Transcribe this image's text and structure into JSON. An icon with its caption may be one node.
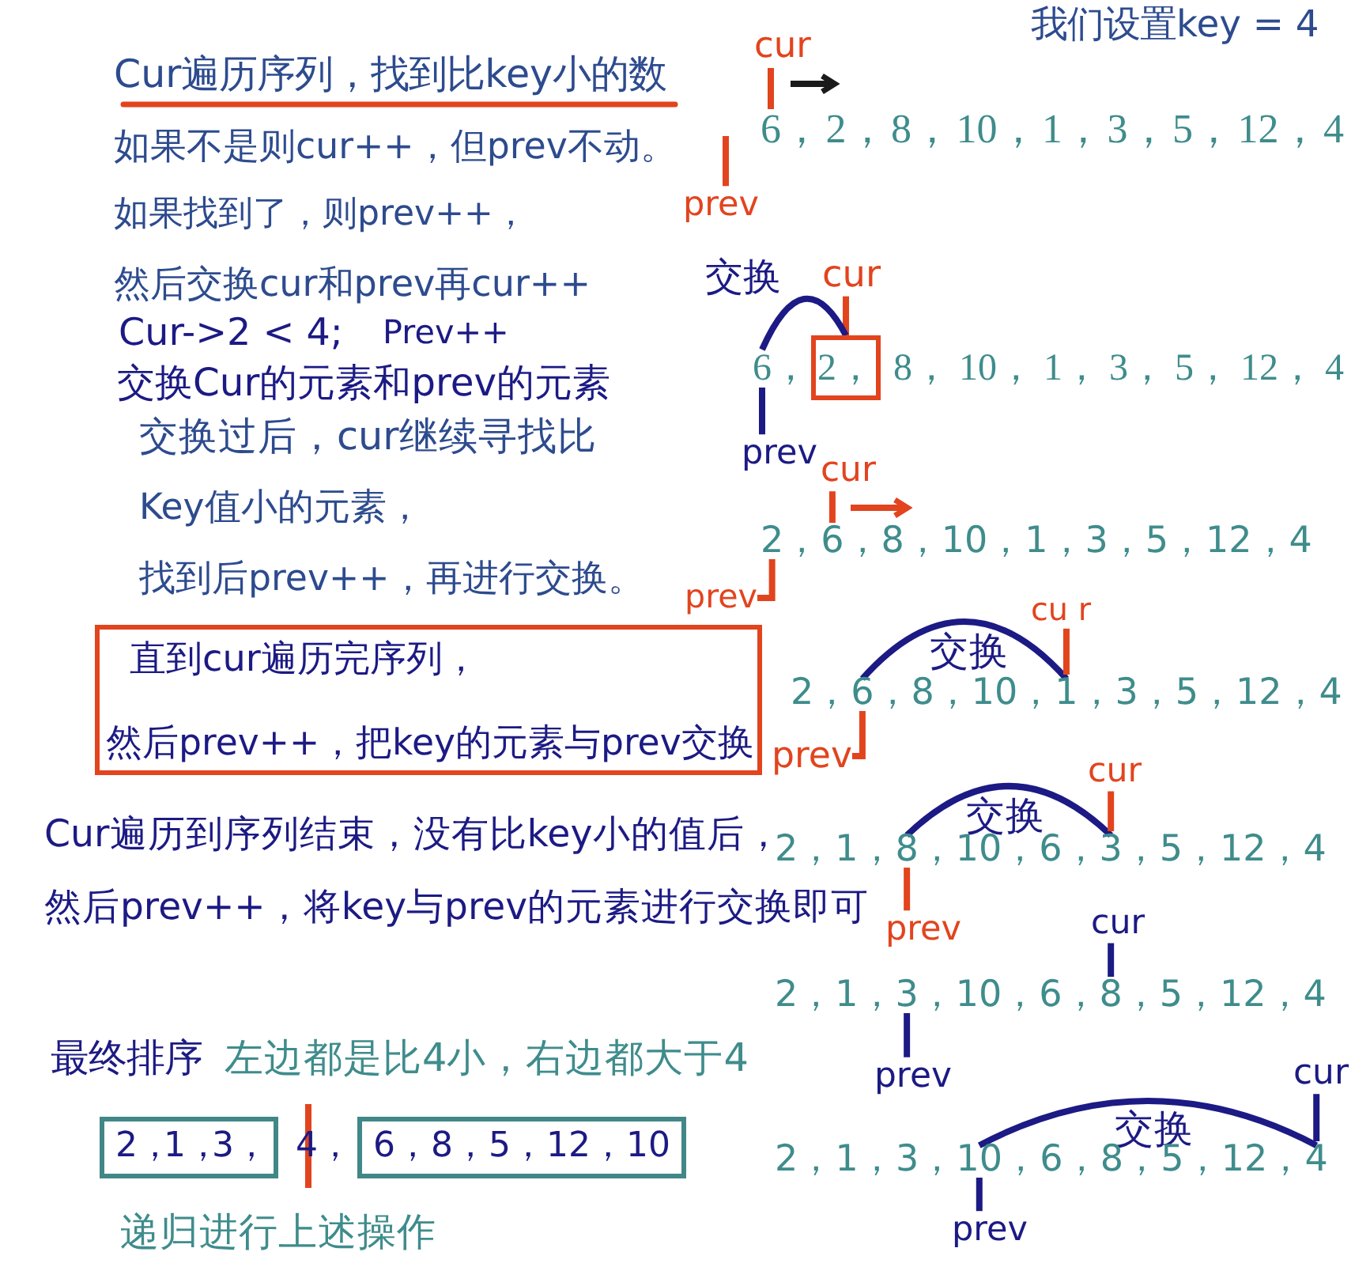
{
  "diagram": {
    "nodes": [
      {
        "text": [
          "cur"
        ]
      },
      {
        "text": [
          "6，2，8，10，1，3，5，12，4"
        ]
      },
      {
        "text": [
          "prev"
        ]
      },
      {
        "text": [
          "cur"
        ]
      },
      {
        "text": [
          "6，"
        ]
      },
      {
        "text": [
          "2，"
        ]
      },
      {
        "text": [
          "prev"
        ]
      },
      {
        "text": [
          "cur"
        ]
      },
      {
        "text": [
          "2，6，8，10，1，3，5，12，4"
        ]
      },
      {
        "text": [
          "prev"
        ]
      },
      {
        "text": [
          "cu r"
        ]
      },
      {
        "text": [
          "直到cur遍历完序列，",
          "然后prev++，把key的元素与prev交换"
        ]
      },
      {
        "text": [
          "2，6，8，10，1，3，5，12，4"
        ]
      },
      {
        "text": [
          "prev"
        ]
      },
      {
        "text": [
          "cur"
        ]
      },
      {
        "text": [
          "2，1，8，10，6，3，5，12，4"
        ]
      },
      {
        "text": [
          "prev"
        ]
      },
      {
        "text": [
          "cur"
        ]
      },
      {
        "text": [
          "2，1，3，10，6，8，5，12，4"
        ]
      },
      {
        "text": [
          "prev"
        ]
      },
      {
        "text": [
          "cur"
        ]
      },
      {
        "text": [
          "2，1，3，"
        ]
      },
      {
        "text": [
          "6，8，5，12，10"
        ]
      },
      {
        "text": [
          "2，1，3，10，6，8，5，12，4"
        ]
      },
      {
        "text": [
          "prev"
        ]
      }
    ],
    "edges": [
      {
        "from": 0,
        "to": 1,
        "arrow": "none"
      },
      {
        "from": 2,
        "to": null,
        "arrow": "none"
      },
      {
        "from": 3,
        "to": 5,
        "arrow": "none"
      },
      {
        "from": 6,
        "to": 4,
        "arrow": "none",
        "color": "#1c1a84"
      },
      {
        "from": 7,
        "to": 8,
        "arrow": "none"
      },
      {
        "from": 9,
        "to": 8,
        "arrow": "none"
      },
      {
        "from": 10,
        "to": 12,
        "arrow": "none"
      },
      {
        "from": 13,
        "to": 12,
        "arrow": "none"
      },
      {
        "from": 14,
        "to": 15,
        "arrow": "none"
      },
      {
        "from": 16,
        "to": 15,
        "arrow": "none"
      },
      {
        "from": 17,
        "to": 18,
        "arrow": "none",
        "color": "#1c1a84"
      },
      {
        "from": 19,
        "to": 18,
        "arrow": "none",
        "color": "#1c1a84"
      },
      {
        "from": 20,
        "to": 23,
        "arrow": "none",
        "color": "#1c1a84"
      },
      {
        "from": 24,
        "to": 23,
        "arrow": "none",
        "color": "#1c1a84"
      },
      {
        "from": 4,
        "to": 5,
        "arrow": "none",
        "label": "交换",
        "color": "#1c1a84"
      }
    ],
    "labels": [
      "我们设置key = 4",
      "Cur遍历序列，找到比key小的数",
      "如果不是则cur++，但prev不动。",
      "如果找到了，则prev++，",
      "然后交换cur和prev再cur++",
      "Cur->2 < 4;",
      "Prev++",
      "8，10，1，3，5，12，4",
      "交换Cur的元素和prev的元素",
      "交换过后，cur继续寻找比",
      "Key值小的元素，",
      "找到后prev++，再进行交换。",
      "交换",
      "交换",
      "Cur遍历到序列结束，没有比key小的值后，",
      "然后prev++，将key与prev的元素进行交换即可",
      "最终排序",
      "左边都是比4小，右边都大于4",
      "4，",
      "交换",
      "递归进行上述操作"
    ]
  }
}
